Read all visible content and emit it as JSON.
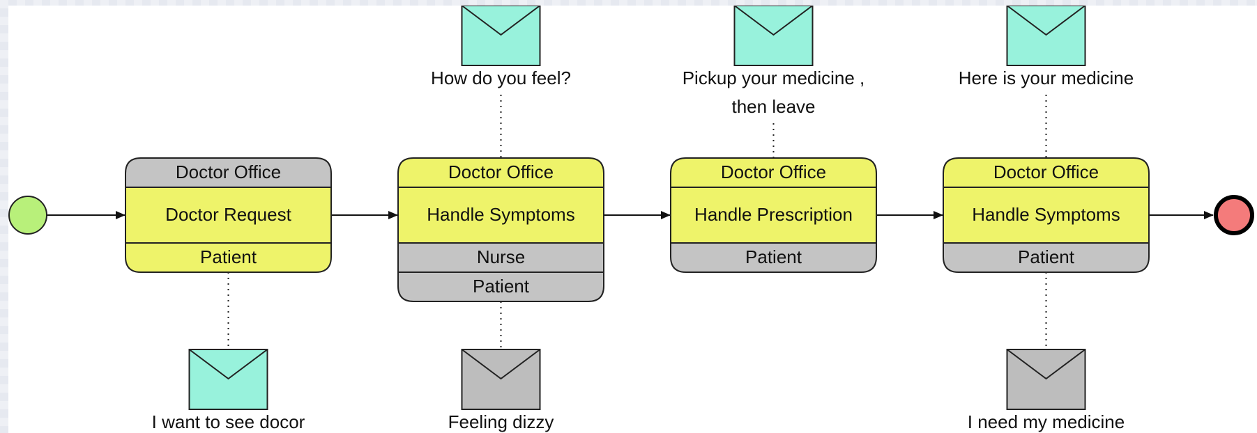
{
  "colors": {
    "task_body": "#eef36a",
    "participant_gray": "#c4c4c4",
    "message_initiating": "#98f2dc",
    "message_returning": "#bdbdbd",
    "start_event": "#b8f07a",
    "end_event": "#f47b7b"
  },
  "tasks": [
    {
      "participants_top": [
        "Doctor Office"
      ],
      "name": "Doctor Request",
      "participants_bottom": [
        "Patient"
      ]
    },
    {
      "participants_top": [
        "Doctor Office"
      ],
      "name": "Handle Symptoms",
      "participants_bottom": [
        "Nurse",
        "Patient"
      ]
    },
    {
      "participants_top": [
        "Doctor Office"
      ],
      "name": "Handle Prescription",
      "participants_bottom": [
        "Patient"
      ]
    },
    {
      "participants_top": [
        "Doctor Office"
      ],
      "name": "Handle Symptoms",
      "participants_bottom": [
        "Patient"
      ]
    }
  ],
  "messages": {
    "top": [
      {
        "task": 1,
        "lines": [
          "How do you feel?"
        ]
      },
      {
        "task": 2,
        "lines": [
          "Pickup your medicine ,",
          "then leave"
        ]
      },
      {
        "task": 3,
        "lines": [
          "Here is your medicine"
        ]
      }
    ],
    "bottom": [
      {
        "task": 0,
        "lines": [
          "I want to see docor"
        ]
      },
      {
        "task": 1,
        "lines": [
          "Feeling dizzy"
        ]
      },
      {
        "task": 3,
        "lines": [
          "I need my medicine"
        ]
      }
    ]
  }
}
